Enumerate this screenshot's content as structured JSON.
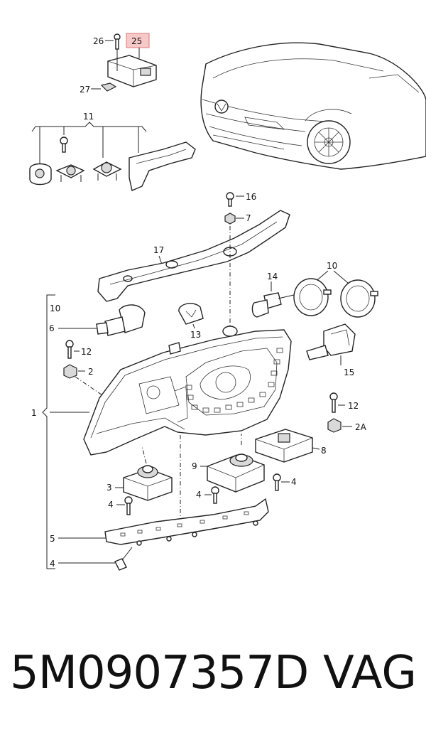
{
  "callouts": {
    "c25": "25",
    "c26": "26",
    "c27": "27",
    "c11": "11",
    "c16": "16",
    "c7": "7",
    "c17": "17",
    "c14": "14",
    "c10a": "10",
    "c10b": "10",
    "c6": "6",
    "c13": "13",
    "c12a": "12",
    "c2": "2",
    "c15": "15",
    "c1": "1",
    "c12b": "12",
    "c2a": "2A",
    "c8": "8",
    "c9": "9",
    "c3": "3",
    "c4a": "4",
    "c4b": "4",
    "c4c": "4",
    "c5": "5",
    "c4d": "4"
  },
  "highlight_color": "#f4a6a6",
  "footer": {
    "part_number": "5M0907357D",
    "brand": "VAG"
  }
}
